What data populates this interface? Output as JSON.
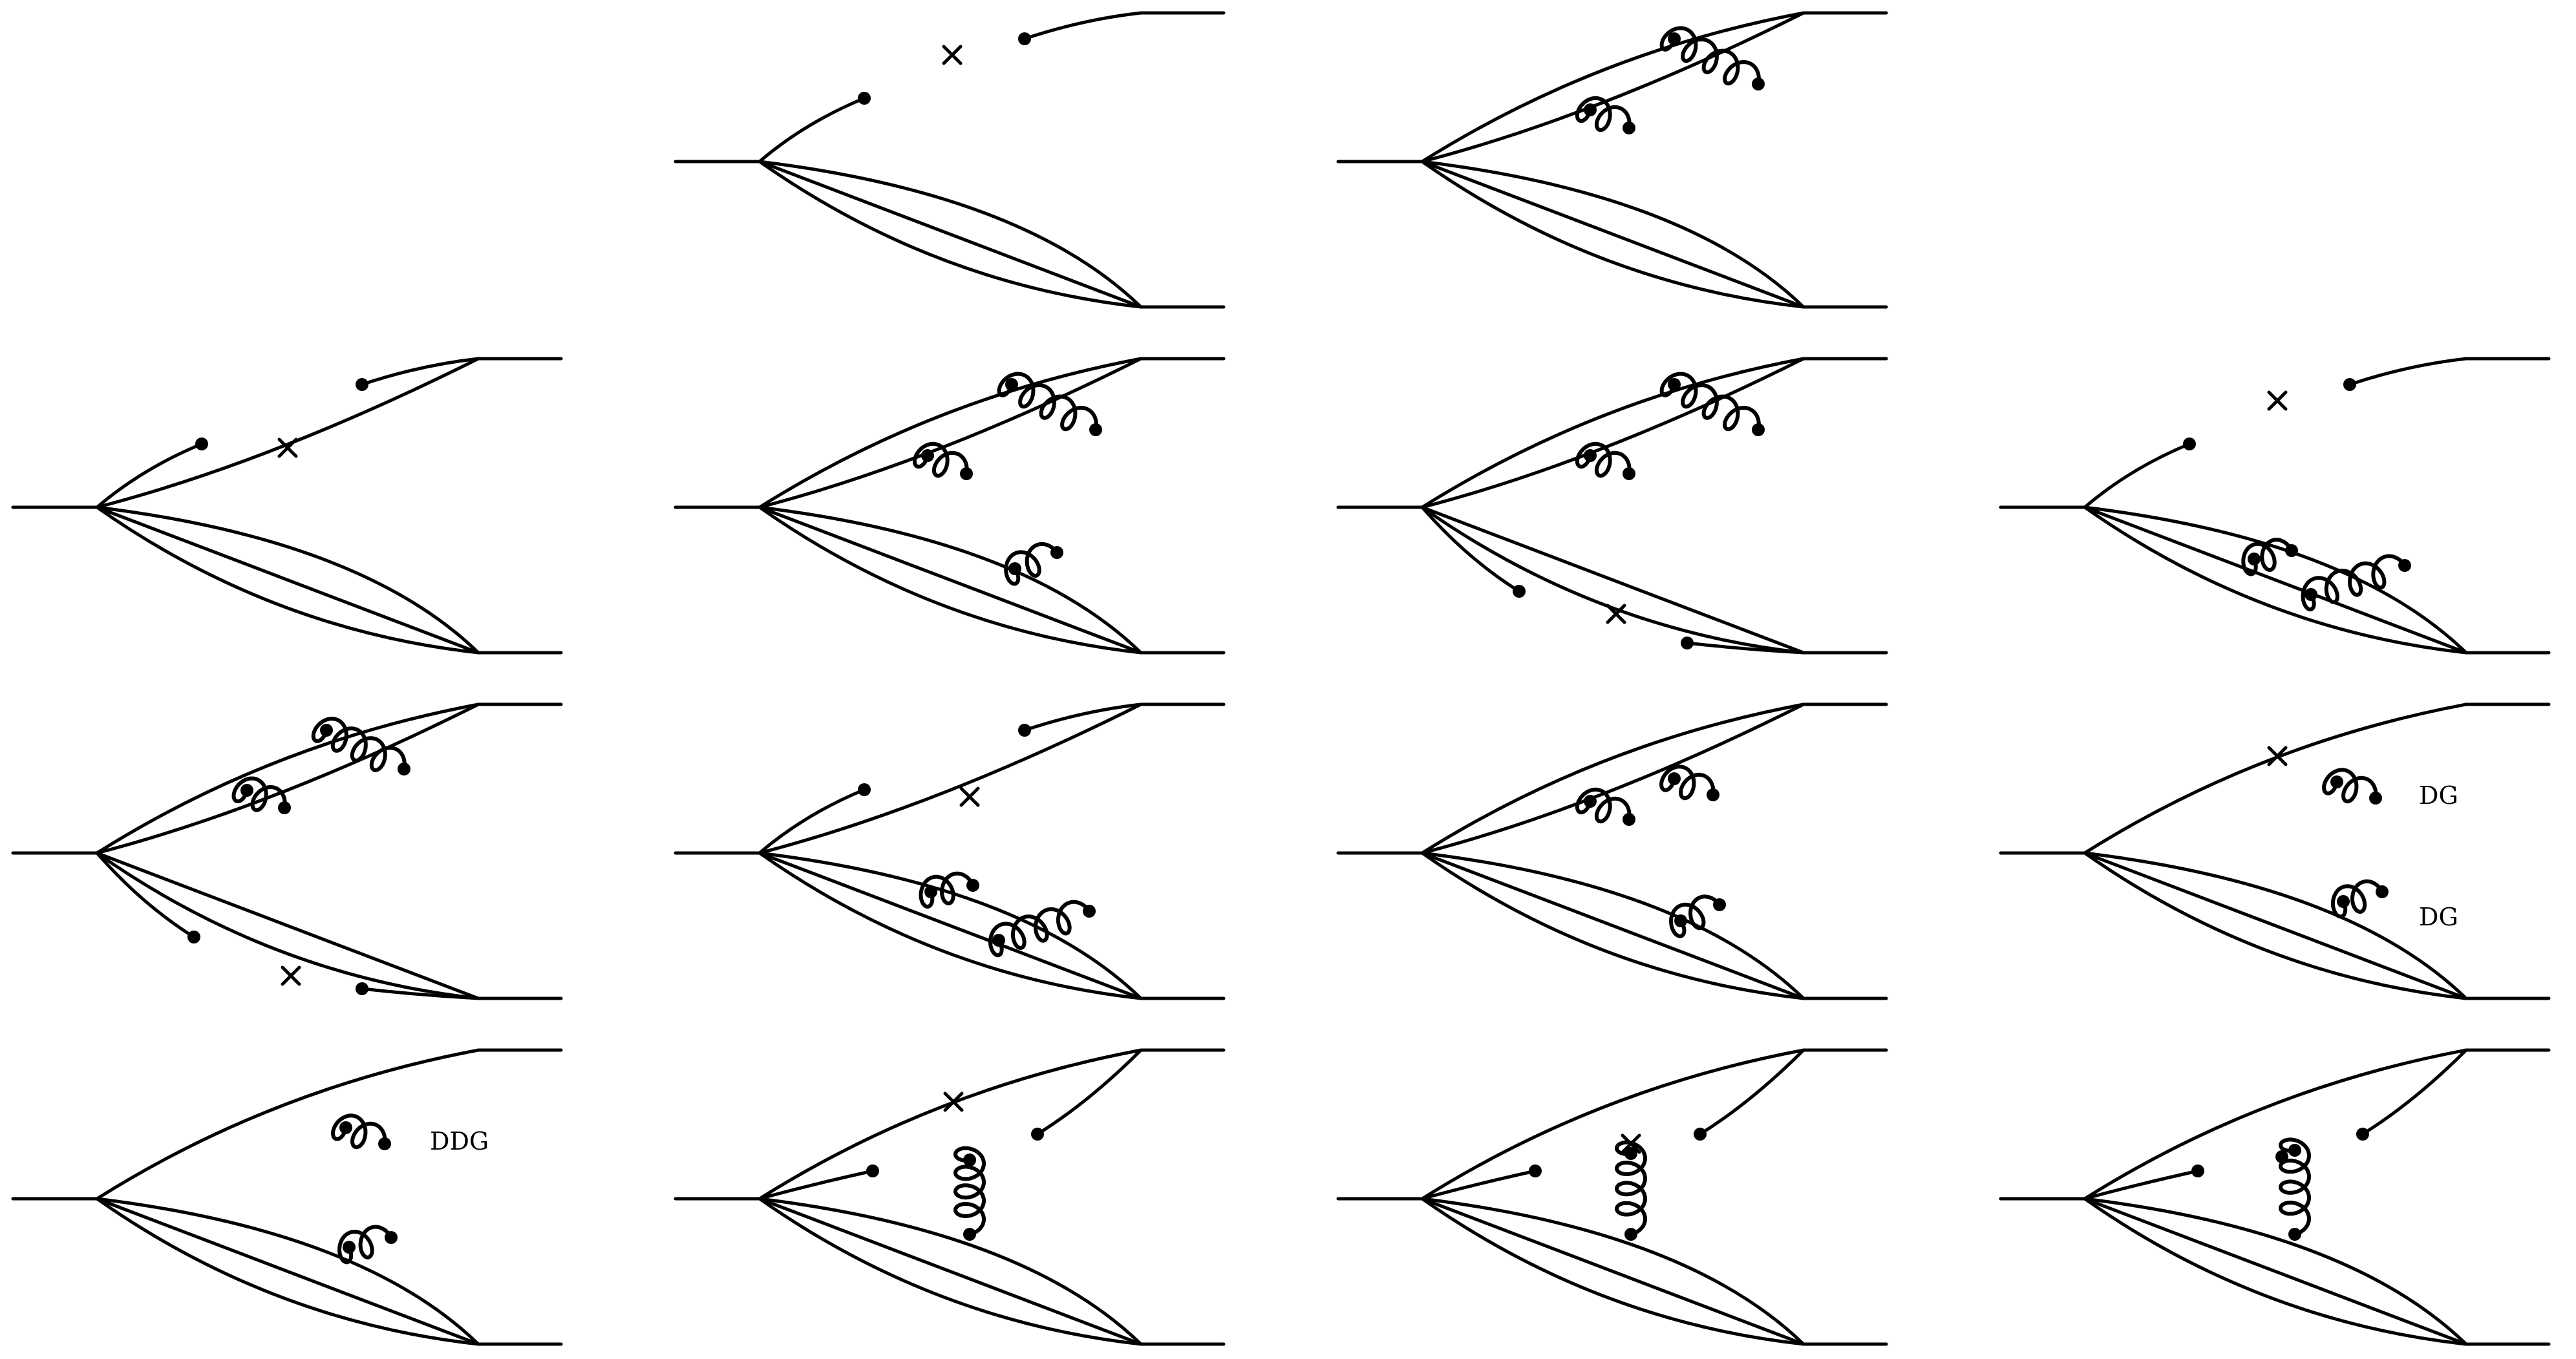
{
  "labels": {
    "dg_upper": "DG",
    "dg_lower": "DG",
    "ddg": "DDG"
  },
  "panels": [
    {
      "row": 1,
      "col": 2,
      "contents": [
        "cut-upper-line",
        "cross"
      ]
    },
    {
      "row": 1,
      "col": 3,
      "contents": [
        "gluon",
        "gluon"
      ]
    },
    {
      "row": 2,
      "col": 1,
      "contents": [
        "cut-upper-line",
        "cross"
      ]
    },
    {
      "row": 2,
      "col": 2,
      "contents": [
        "gluon",
        "gluon",
        "gluon"
      ]
    },
    {
      "row": 2,
      "col": 3,
      "contents": [
        "gluon",
        "gluon",
        "cut-lower-line",
        "cross"
      ]
    },
    {
      "row": 2,
      "col": 4,
      "contents": [
        "cut-upper-line",
        "cross",
        "gluon",
        "gluon"
      ]
    },
    {
      "row": 3,
      "col": 1,
      "contents": [
        "gluon",
        "gluon",
        "cut-lower-line",
        "cross"
      ]
    },
    {
      "row": 3,
      "col": 2,
      "contents": [
        "cut-upper-line",
        "cross",
        "gluon",
        "gluon"
      ]
    },
    {
      "row": 3,
      "col": 3,
      "contents": [
        "gluon",
        "gluon",
        "gluon"
      ]
    },
    {
      "row": 3,
      "col": 4,
      "contents": [
        "cross",
        "gluon",
        "gluon"
      ],
      "labels": [
        "DG",
        "DG"
      ]
    },
    {
      "row": 4,
      "col": 1,
      "contents": [
        "gluon",
        "gluon"
      ],
      "labels": [
        "DDG"
      ]
    },
    {
      "row": 4,
      "col": 2,
      "contents": [
        "cross",
        "vertical-gluon"
      ]
    },
    {
      "row": 4,
      "col": 3,
      "contents": [
        "cross",
        "vertical-gluon"
      ]
    },
    {
      "row": 4,
      "col": 4,
      "contents": [
        "vertical-gluon"
      ]
    }
  ]
}
